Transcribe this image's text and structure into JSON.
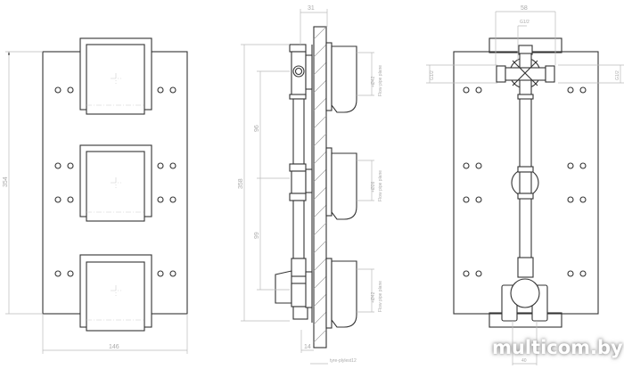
{
  "front_view": {
    "height_dim": "354",
    "width_dim": "146"
  },
  "side_view": {
    "top_offset_dim": "31",
    "total_height_dim": "358",
    "upper_spacing_dim": "96",
    "lower_spacing_dim": "99",
    "bottom_offset_dim": "14",
    "wall_note": "tyre-plylest12",
    "outlets": [
      {
        "dim": "+Ø42",
        "note": "Flow pipe plane"
      },
      {
        "dim": "+Ø26",
        "note": "Flow pipe plane"
      },
      {
        "dim": "+Ø42",
        "note": "Flow pipe plane"
      }
    ]
  },
  "rear_view": {
    "top_width_dim": "58",
    "thread_top": "G1/2",
    "thread_left": "G1/2",
    "thread_right": "G1/2",
    "bottom_width_dim": "40"
  },
  "watermark": "multicom.by"
}
